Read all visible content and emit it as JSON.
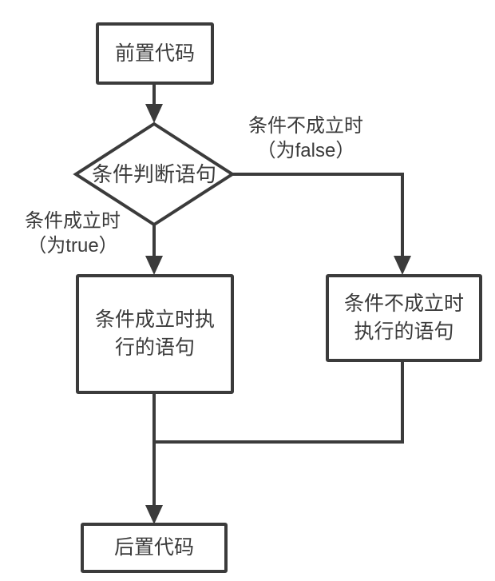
{
  "diagram": {
    "type": "flowchart",
    "colors": {
      "stroke": "#3b3b3b",
      "text": "#3b3b3b",
      "node_fill": "#ffffff",
      "background": "#ffffff"
    },
    "nodes": {
      "pre_code": {
        "shape": "rectangle",
        "label": "前置代码"
      },
      "condition": {
        "shape": "diamond",
        "label": "条件判断语句"
      },
      "true_branch": {
        "shape": "rectangle",
        "line1": "条件成立时执",
        "line2": "行的语句"
      },
      "false_branch": {
        "shape": "rectangle",
        "line1": "条件不成立时",
        "line2": "执行的语句"
      },
      "post_code": {
        "shape": "rectangle",
        "label": "后置代码"
      }
    },
    "edge_labels": {
      "true_edge": {
        "line1": "条件成立时",
        "line2": "（为true）"
      },
      "false_edge": {
        "line1": "条件不成立时",
        "line2": "（为false）"
      }
    }
  }
}
